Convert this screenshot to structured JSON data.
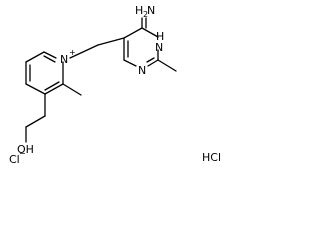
{
  "molecule": {
    "atoms": {
      "pyridinium_n": "N",
      "pyridinium_n_charge": "+",
      "pyrimidine_nh": "H",
      "pyrimidine_nh_n": "N",
      "pyrimidine_n_lower": "N",
      "amine_h2": "H",
      "amine_h2_sub": "2",
      "amine_n": "N",
      "hydroxyl": "OH"
    },
    "counterion": {
      "label": "Cl",
      "charge": "−"
    },
    "salt": "HCl"
  },
  "colors": {
    "bond": "#000000",
    "text": "#000000",
    "background": "#ffffff"
  }
}
